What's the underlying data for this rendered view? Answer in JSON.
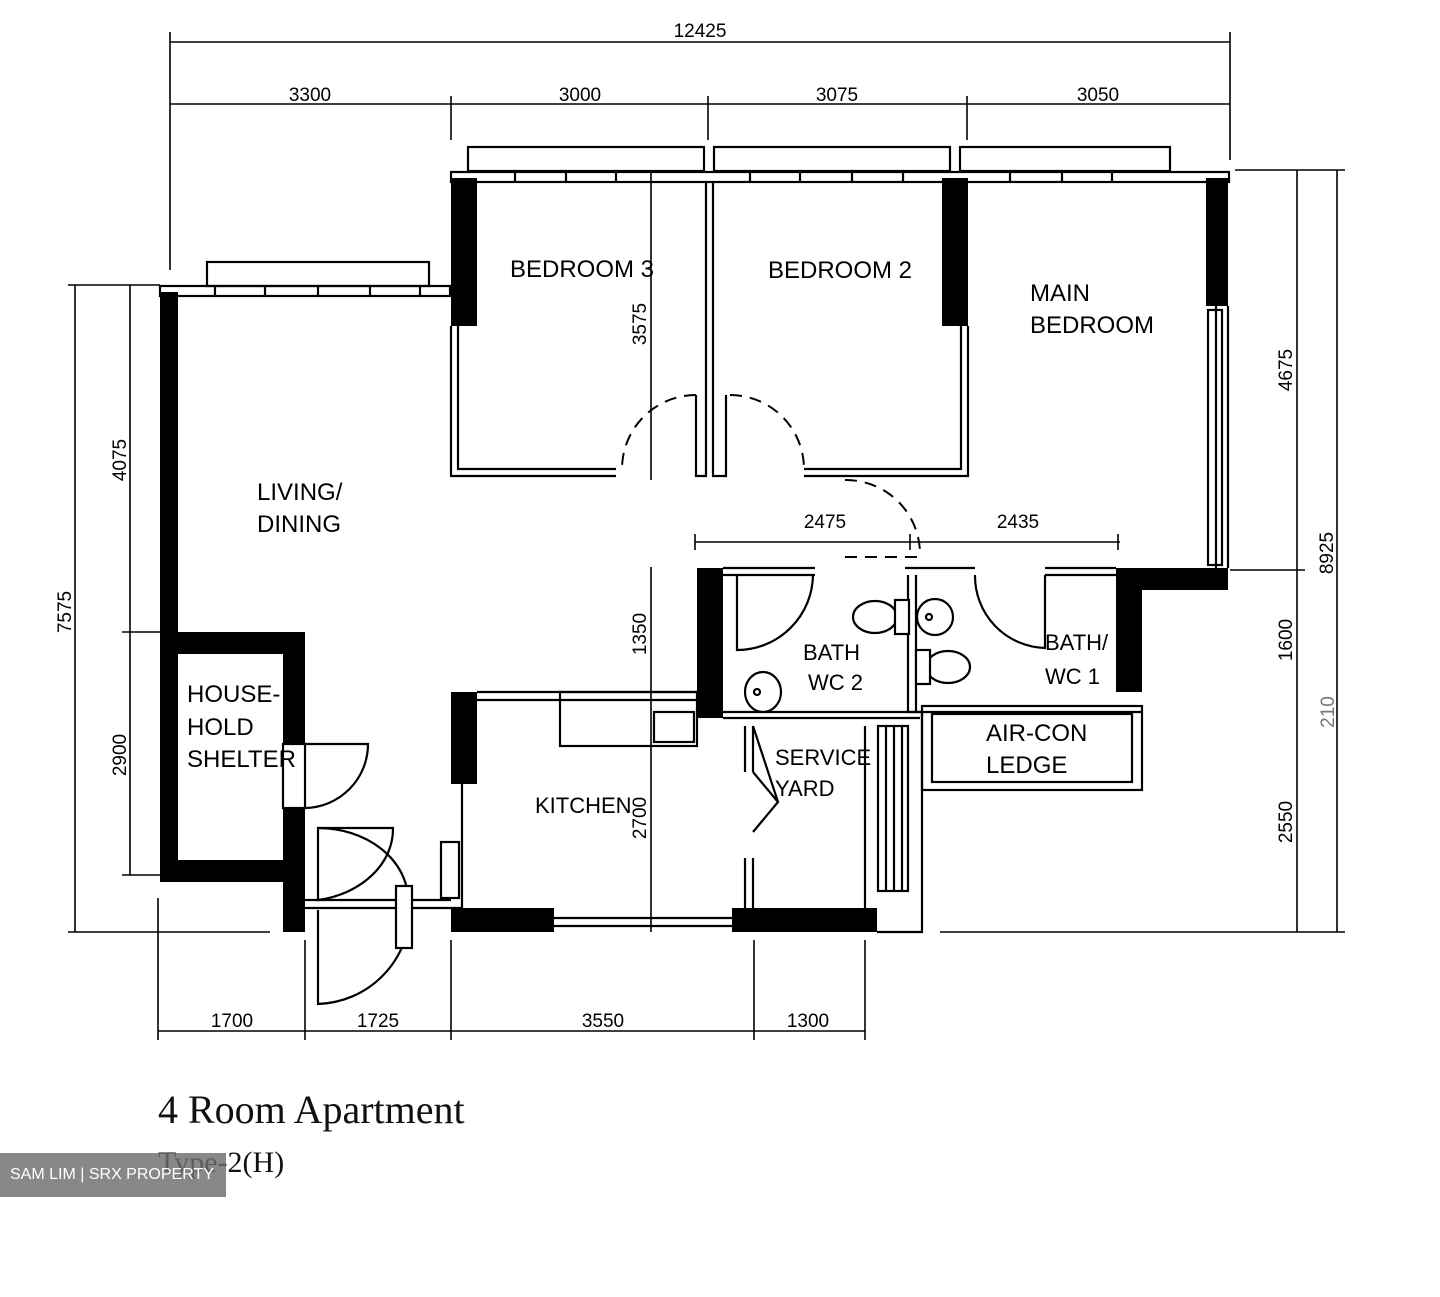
{
  "plan": {
    "title": "4 Room Apartment",
    "type": "Type-2(H)",
    "watermark": "SAM LIM | SRX PROPERTY",
    "rooms": {
      "bedroom3": "BEDROOM 3",
      "bedroom2": "BEDROOM 2",
      "main_line1": "MAIN",
      "main_line2": "BEDROOM",
      "living_line1": "LIVING/",
      "living_line2": "DINING",
      "shelter_line1": "HOUSE-",
      "shelter_line2": "HOLD",
      "shelter_line3": "SHELTER",
      "kitchen": "KITCHEN",
      "bath2_line1": "BATH",
      "bath2_line2": "WC 2",
      "bath1_line1": "BATH/",
      "bath1_line2": "WC 1",
      "service_line1": "SERVICE",
      "service_line2": "YARD",
      "aircon_line1": "AIR-CON",
      "aircon_line2": "LEDGE"
    },
    "dimensions": {
      "overall_width": "12425",
      "top_1": "3300",
      "top_2": "3000",
      "top_3": "3075",
      "top_4": "3050",
      "bottom_1": "1700",
      "bottom_2": "1725",
      "bottom_3": "3550",
      "bottom_4": "1300",
      "left_overall": "7575",
      "left_upper": "4075",
      "left_lower": "2900",
      "right_overall": "8925",
      "right_upper": "4675",
      "right_middle": "1600",
      "right_lower": "2550",
      "bedroom3_depth": "3575",
      "bath_width_1": "2475",
      "bath_width_2": "2435",
      "bath2_depth": "1350",
      "kitchen_depth": "2700",
      "faded_mark": "210"
    }
  }
}
